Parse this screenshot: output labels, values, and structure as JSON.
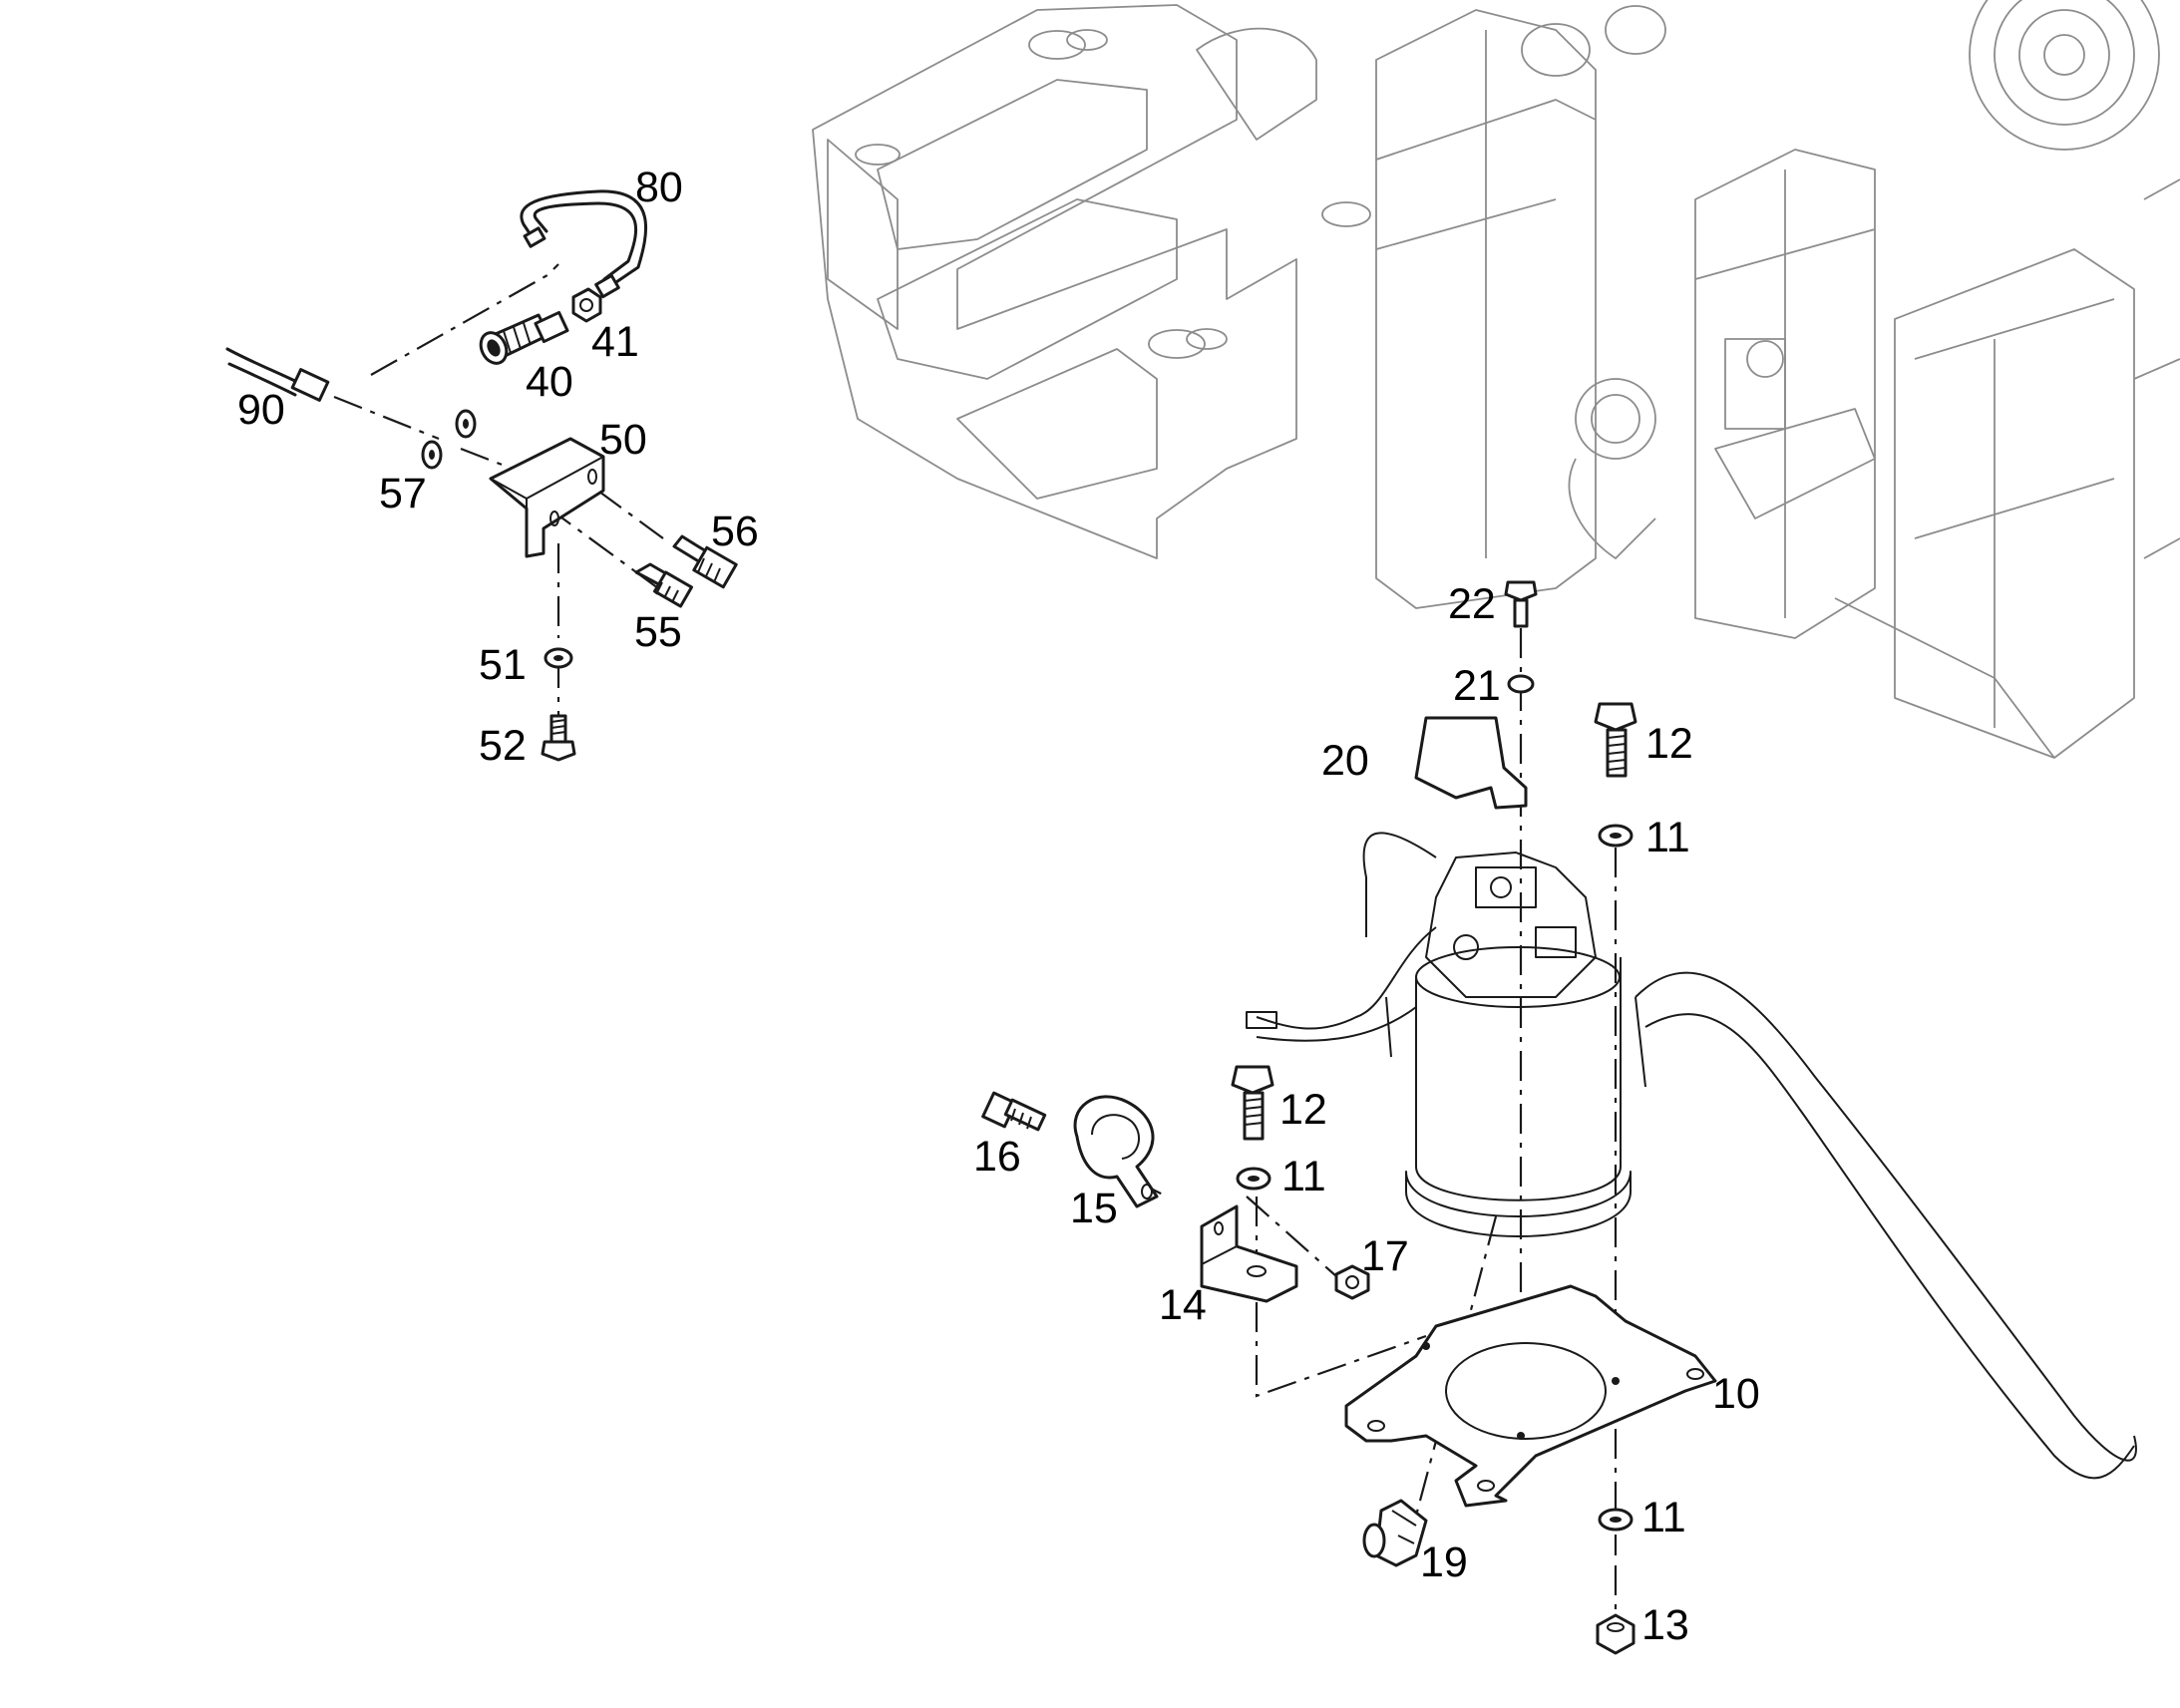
{
  "callouts": {
    "c80": "80",
    "c41": "41",
    "c40": "40",
    "c90": "90",
    "c50": "50",
    "c57": "57",
    "c56": "56",
    "c55": "55",
    "c51": "51",
    "c52": "52",
    "c22": "22",
    "c21": "21",
    "c20": "20",
    "c12a": "12",
    "c11a": "11",
    "c12b": "12",
    "c11b": "11",
    "c16": "16",
    "c15": "15",
    "c17": "17",
    "c14": "14",
    "c10": "10",
    "c11c": "11",
    "c19": "19",
    "c13": "13"
  },
  "colors": {
    "line": "#1a1a1a",
    "context_line": "#8c8c8c",
    "background": "#ffffff"
  }
}
